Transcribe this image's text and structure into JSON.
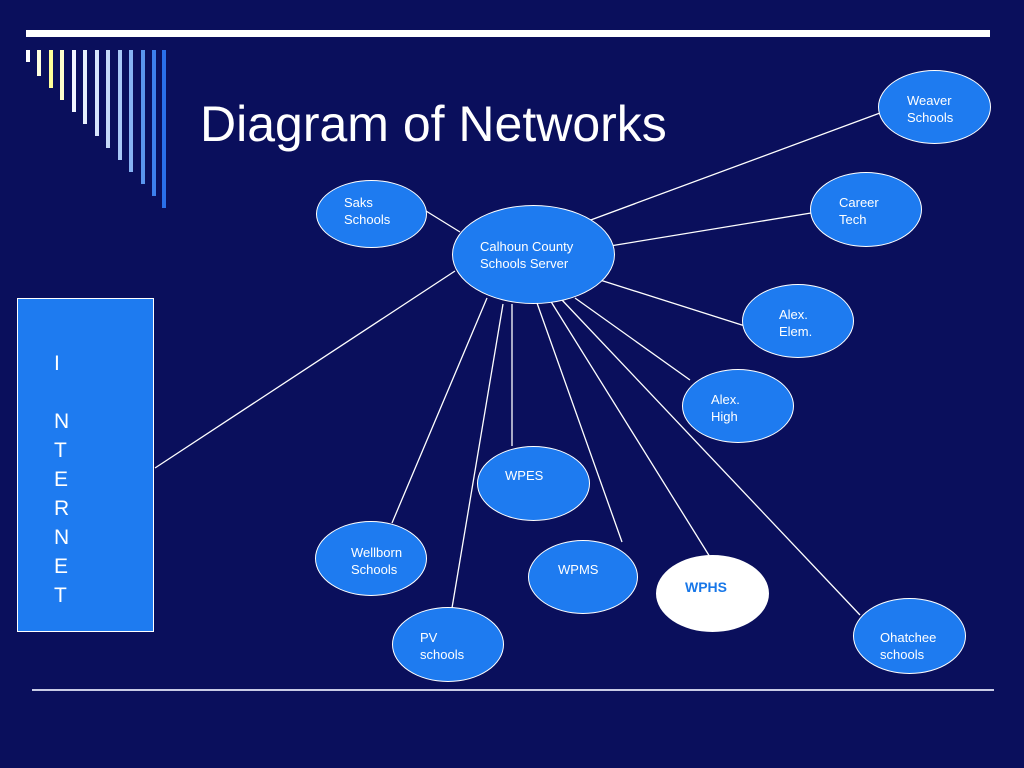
{
  "slide": {
    "title": "Diagram of Networks",
    "internet_label": "I\n\nN\nT\nE\nR\nN\nE\nT",
    "colors": {
      "background": "#0a0f5c",
      "node_fill": "#1e7bf0",
      "highlight_node_fill": "#ffffff",
      "highlight_text": "#1877e8",
      "line": "#ffffff"
    }
  },
  "diagram": {
    "hub": {
      "id": "server",
      "label": "Calhoun County\nSchools Server"
    },
    "nodes": [
      {
        "id": "weaver",
        "label": "Weaver\nSchools"
      },
      {
        "id": "saks",
        "label": "Saks\nSchools"
      },
      {
        "id": "career",
        "label": "Career\nTech"
      },
      {
        "id": "alex-elem",
        "label": "Alex.\nElem."
      },
      {
        "id": "alex-high",
        "label": "Alex.\nHigh"
      },
      {
        "id": "wpes",
        "label": "WPES"
      },
      {
        "id": "wellborn",
        "label": "Wellborn\nSchools"
      },
      {
        "id": "wpms",
        "label": "WPMS"
      },
      {
        "id": "wphs",
        "label": "WPHS",
        "highlighted": true
      },
      {
        "id": "pv",
        "label": "PV\nschools"
      },
      {
        "id": "ohatchee",
        "label": "Ohatchee\nschools"
      }
    ],
    "edges": [
      [
        "server",
        "weaver"
      ],
      [
        "server",
        "saks"
      ],
      [
        "server",
        "career"
      ],
      [
        "server",
        "alex-elem"
      ],
      [
        "server",
        "alex-high"
      ],
      [
        "server",
        "wpes"
      ],
      [
        "server",
        "wellborn"
      ],
      [
        "server",
        "wpms"
      ],
      [
        "server",
        "wphs"
      ],
      [
        "server",
        "pv"
      ],
      [
        "server",
        "ohatchee"
      ],
      [
        "server",
        "internet"
      ]
    ]
  }
}
